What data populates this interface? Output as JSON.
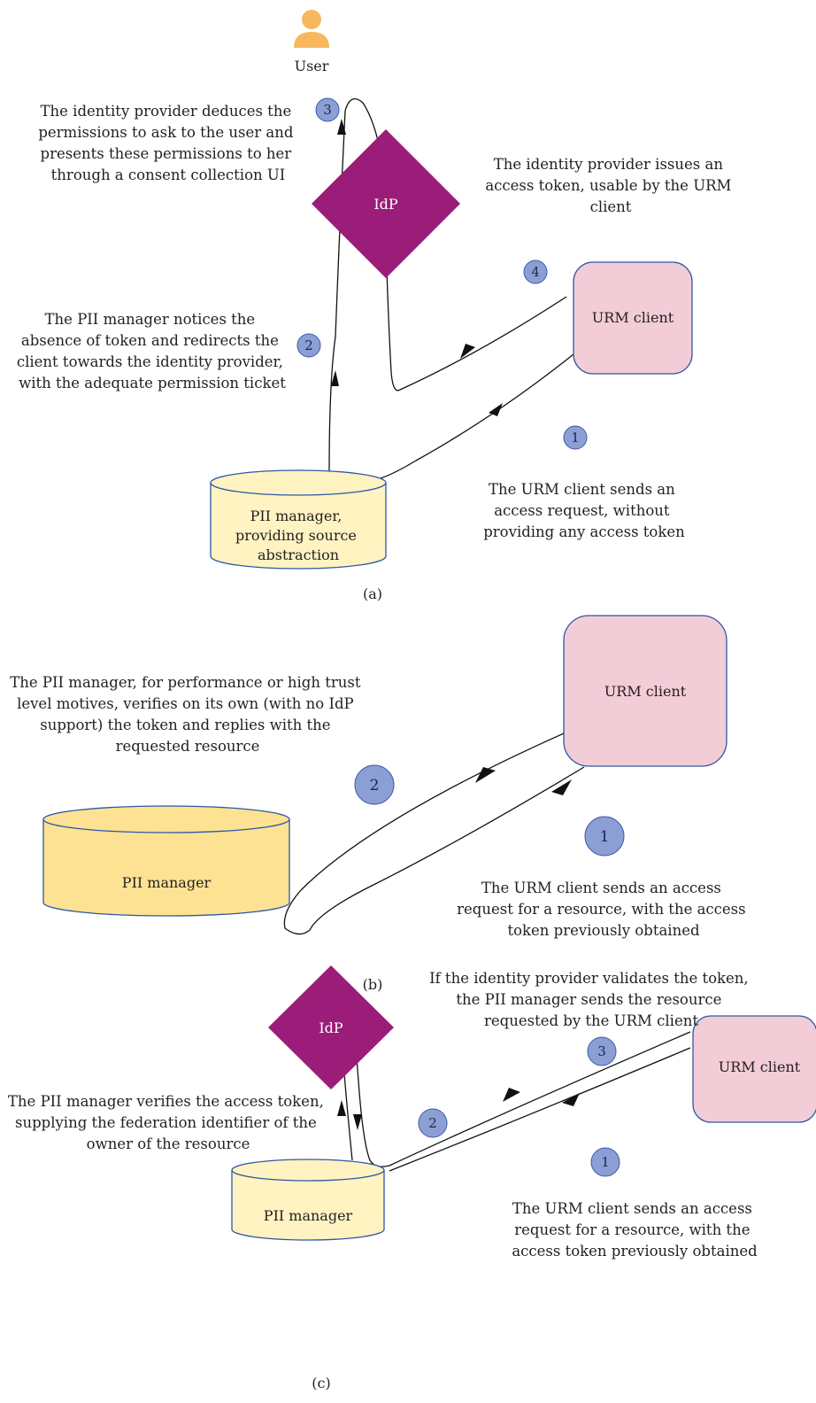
{
  "colors": {
    "idp_fill": "#9b1d79",
    "urm_fill": "#f2ccd6",
    "urm_stroke": "#2e58a5",
    "pii_fill_light": "#fff3c2",
    "pii_fill_dark": "#fde293",
    "badge_fill": "#8c9fd5",
    "badge_stroke": "#3b5aa8",
    "user_icon": "#f6b75e",
    "arrow": "#111111"
  },
  "panel_a": {
    "user_label": "User",
    "idp_label": "IdP",
    "urm_label": "URM client",
    "pii_lines": [
      "PII manager,",
      "providing source",
      "abstraction"
    ],
    "step3_badge": "3",
    "step3_lines": [
      "The identity provider deduces the",
      "permissions to ask to the user and",
      "presents these permissions to her",
      "through a consent collection UI"
    ],
    "step4_badge": "4",
    "step4_lines": [
      "The identity provider issues an",
      "access token, usable by the URM",
      "client"
    ],
    "step2_badge": "2",
    "step2_lines": [
      "The PII manager notices the",
      "absence of token and redirects the",
      "client towards the identity provider,",
      "with the adequate permission ticket"
    ],
    "step1_badge": "1",
    "step1_lines": [
      "The URM client sends an",
      "access request, without",
      "providing any access token"
    ],
    "caption": "(a)"
  },
  "panel_b": {
    "urm_label": "URM client",
    "pii_label": "PII manager",
    "step2_badge": "2",
    "step2_lines": [
      "The PII manager, for performance or high trust",
      "level motives, verifies on its own (with no IdP",
      "support) the token and replies with the",
      "requested resource"
    ],
    "step1_badge": "1",
    "step1_lines": [
      "The URM client sends an access",
      "request for a resource, with the access",
      "token previously obtained"
    ],
    "caption": "(b)"
  },
  "panel_c": {
    "idp_label": "IdP",
    "urm_label": "URM client",
    "pii_label": "PII manager",
    "step3_badge": "3",
    "step3_lines": [
      "If the identity provider validates the token,",
      "the PII manager sends the resource",
      "requested by the URM client"
    ],
    "step2_badge": "2",
    "step2_lines": [
      "The PII manager verifies the access token,",
      "supplying the federation identifier of the",
      "owner of the resource"
    ],
    "step1_badge": "1",
    "step1_lines": [
      "The URM client sends an access",
      "request for a resource, with the",
      "access token previously obtained"
    ],
    "caption": "(c)"
  }
}
